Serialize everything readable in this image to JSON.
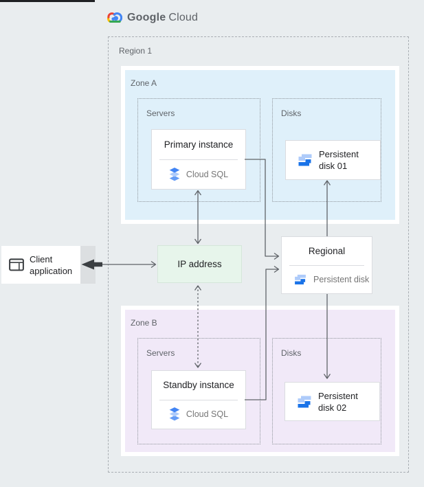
{
  "header": {
    "brand_google": "Google",
    "brand_cloud": "Cloud"
  },
  "region": {
    "label": "Region 1"
  },
  "zone_a": {
    "label": "Zone A",
    "servers_label": "Servers",
    "disks_label": "Disks",
    "instance": {
      "title": "Primary instance",
      "product": "Cloud SQL"
    },
    "disk": {
      "name_line1": "Persistent",
      "name_line2": "disk 01"
    }
  },
  "zone_b": {
    "label": "Zone B",
    "servers_label": "Servers",
    "disks_label": "Disks",
    "instance": {
      "title": "Standby instance",
      "product": "Cloud SQL"
    },
    "disk": {
      "name_line1": "Persistent",
      "name_line2": "disk 02"
    }
  },
  "regional_disk": {
    "title": "Regional",
    "product": "Persistent disk"
  },
  "ip": {
    "label": "IP address"
  },
  "client": {
    "name_line1": "Client",
    "name_line2": "application"
  },
  "colors": {
    "background": "#e9edef",
    "zone_a_fill": "#dff0fa",
    "zone_b_fill": "#f1e9f8",
    "ip_fill": "#e7f5eb",
    "connector_gray": "#5f6368",
    "google_blue": "#4285f4",
    "google_red": "#ea4335",
    "google_yellow": "#fbbc04",
    "google_green": "#34a853",
    "disk_icon_light": "#aecbfa",
    "disk_icon_dark": "#1a73e8"
  }
}
